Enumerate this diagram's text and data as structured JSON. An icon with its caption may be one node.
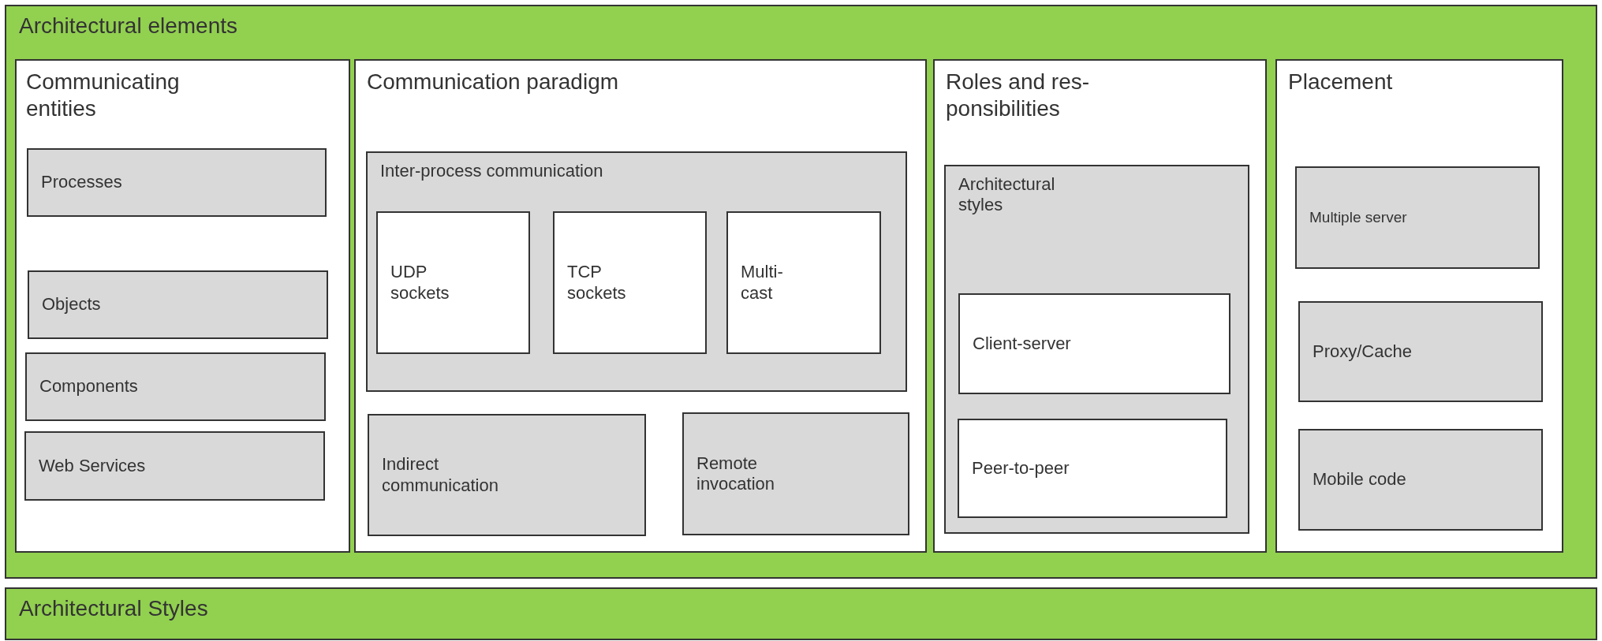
{
  "diagram": {
    "nodes": [
      {
        "text": [
          "Architectural elements"
        ]
      },
      {
        "text": [
          "Communicating entities"
        ],
        "in": 0
      },
      {
        "text": [
          "Processes"
        ],
        "in": 1
      },
      {
        "text": [
          "Objects"
        ],
        "in": 1
      },
      {
        "text": [
          "Components"
        ],
        "in": 1
      },
      {
        "text": [
          "Web Services"
        ],
        "in": 1
      },
      {
        "text": [
          "Communication paradigm"
        ],
        "in": 0
      },
      {
        "text": [
          "Inter-process communication"
        ],
        "in": 6
      },
      {
        "text": [
          "UDP sockets"
        ],
        "in": 7
      },
      {
        "text": [
          "TCP sockets"
        ],
        "in": 7
      },
      {
        "text": [
          "Multi- cast"
        ],
        "in": 7
      },
      {
        "text": [
          "Indirect communication"
        ],
        "in": 6
      },
      {
        "text": [
          "Remote invocation"
        ],
        "in": 6
      },
      {
        "text": [
          "Roles and res- ponsibilities"
        ],
        "in": 0
      },
      {
        "text": [
          "Architectural styles"
        ],
        "in": 13
      },
      {
        "text": [
          "Client-server"
        ],
        "in": 14
      },
      {
        "text": [
          "Peer-to-peer"
        ],
        "in": 14
      },
      {
        "text": [
          "Placement"
        ],
        "in": 0
      },
      {
        "text": [
          "Multiple server"
        ],
        "in": 17
      },
      {
        "text": [
          "Proxy/Cache"
        ],
        "in": 17
      },
      {
        "text": [
          "Mobile code"
        ],
        "in": 17
      },
      {
        "text": [
          "Architectural Styles"
        ]
      }
    ],
    "edges": []
  }
}
